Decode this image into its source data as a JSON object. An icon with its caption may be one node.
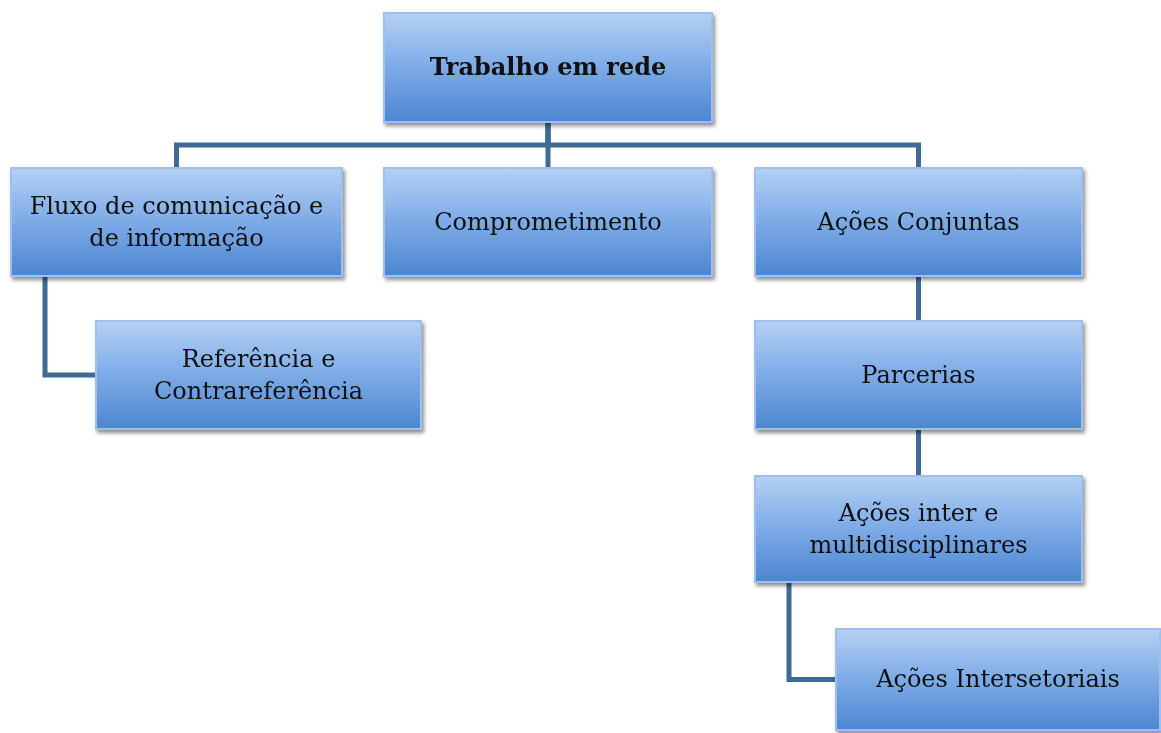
{
  "diagram": {
    "nodes": [
      {
        "text": [
          "Trabalho em rede"
        ]
      },
      {
        "text": [
          "Fluxo de comunicação e de informação"
        ]
      },
      {
        "text": [
          "Comprometimento"
        ]
      },
      {
        "text": [
          "Ações Conjuntas"
        ]
      },
      {
        "text": [
          "Referência e Contrareferência"
        ]
      },
      {
        "text": [
          "Parcerias"
        ]
      },
      {
        "text": [
          "Ações inter e multidisciplinares"
        ]
      },
      {
        "text": [
          "Ações Intersetoriais"
        ]
      }
    ],
    "edges": [
      {
        "from": 0,
        "to": 1,
        "arrow": "none"
      },
      {
        "from": 0,
        "to": 2,
        "arrow": "none"
      },
      {
        "from": 0,
        "to": 3,
        "arrow": "none"
      },
      {
        "from": 1,
        "to": 4,
        "arrow": "none"
      },
      {
        "from": 3,
        "to": 5,
        "arrow": "none"
      },
      {
        "from": 5,
        "to": 6,
        "arrow": "none"
      },
      {
        "from": 6,
        "to": 7,
        "arrow": "none"
      }
    ]
  }
}
